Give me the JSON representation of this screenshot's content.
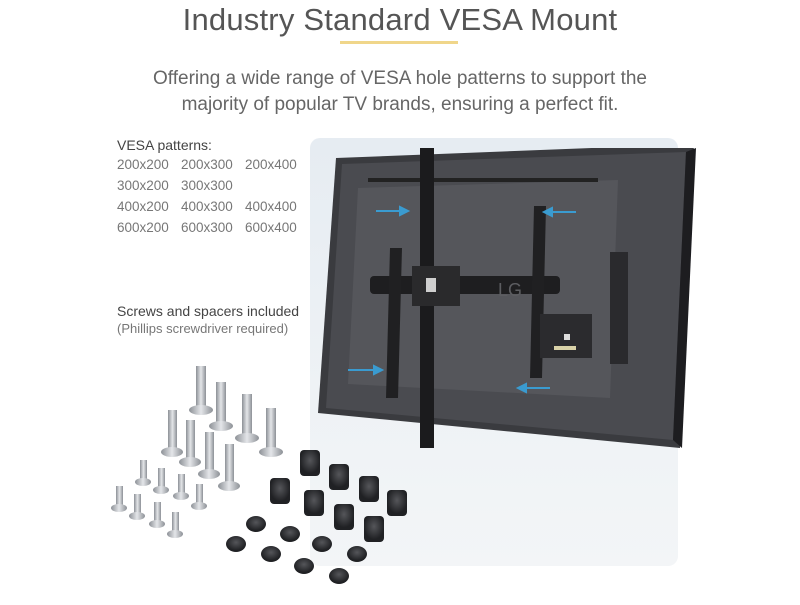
{
  "header": {
    "title": "Industry Standard VESA Mount",
    "subtitle_line1": "Offering a wide range of VESA hole patterns to support the",
    "subtitle_line2": "majority of popular TV brands, ensuring a perfect fit.",
    "accent_color": "#f0d68a"
  },
  "vesa": {
    "heading": "VESA patterns:",
    "patterns": [
      [
        "200x200",
        "200x300",
        "200x400"
      ],
      [
        "300x200",
        "300x300",
        ""
      ],
      [
        "400x200",
        "400x300",
        "400x400"
      ],
      [
        "600x200",
        "600x300",
        "600x400"
      ]
    ]
  },
  "hardware": {
    "heading": "Screws and spacers included",
    "note": "(Phillips screwdriver required)"
  },
  "image": {
    "tv_logo": "LG",
    "arrow_color": "#3a9bd0",
    "panel_color": "#e9eef3"
  }
}
